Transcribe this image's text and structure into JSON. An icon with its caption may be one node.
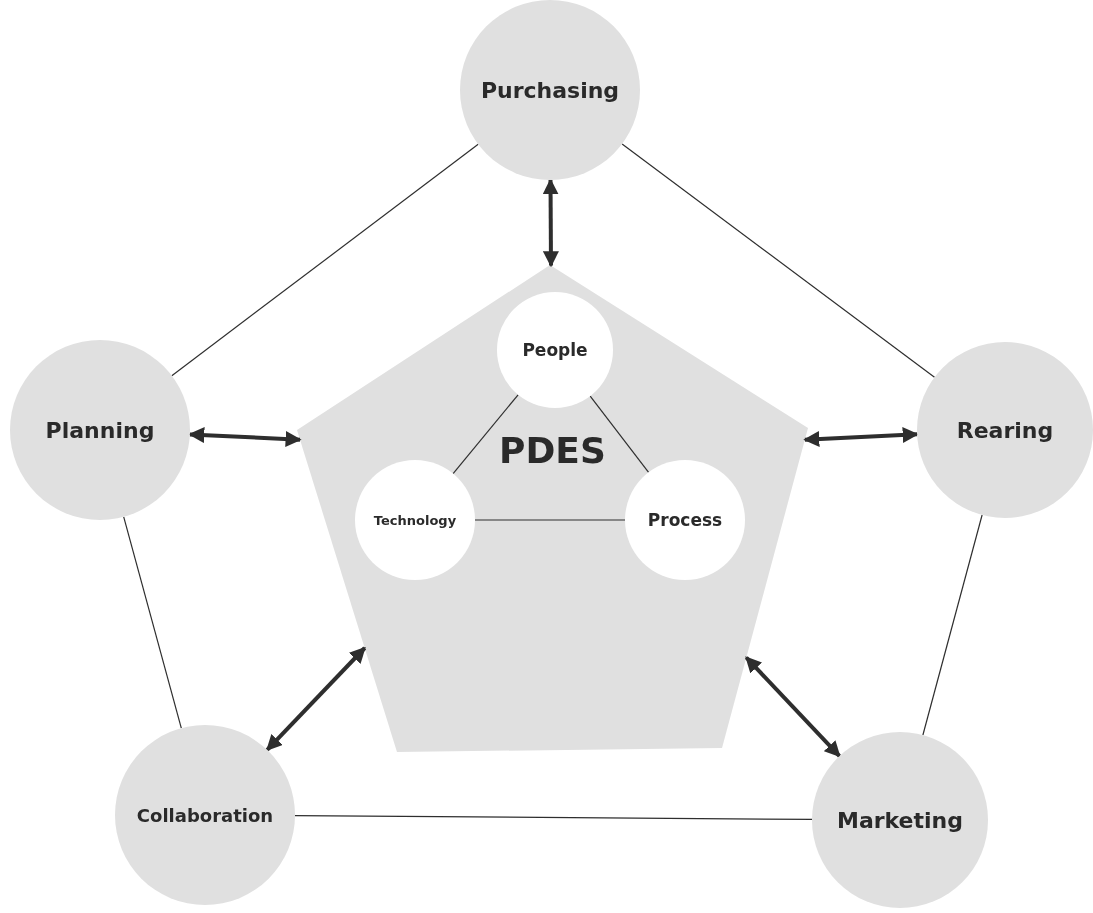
{
  "diagram": {
    "nodes": [
      {
        "text": [
          "Purchasing"
        ]
      },
      {
        "text": [
          "PDES"
        ]
      },
      {
        "text": [
          "People"
        ],
        "in": 1
      },
      {
        "text": [
          "Technology"
        ],
        "in": 1
      },
      {
        "text": [
          "Process"
        ],
        "in": 1
      },
      {
        "text": [
          "Planning"
        ]
      },
      {
        "text": [
          "Rearing"
        ]
      },
      {
        "text": [
          "Collaboration"
        ]
      },
      {
        "text": [
          "Marketing"
        ]
      }
    ],
    "edges": [
      {
        "from": 0,
        "to": 5,
        "arrow": "none"
      },
      {
        "from": 0,
        "to": 6,
        "arrow": "none"
      },
      {
        "from": 5,
        "to": 7,
        "arrow": "none"
      },
      {
        "from": 6,
        "to": 8,
        "arrow": "none"
      },
      {
        "from": 7,
        "to": 8,
        "arrow": "none"
      },
      {
        "from": 0,
        "to": 1,
        "arrow": "both",
        "style": "thick"
      },
      {
        "from": 5,
        "to": 1,
        "arrow": "both",
        "style": "thick"
      },
      {
        "from": 6,
        "to": 1,
        "arrow": "both",
        "style": "thick"
      },
      {
        "from": 7,
        "to": 1,
        "arrow": "both",
        "style": "thick"
      },
      {
        "from": 8,
        "to": 1,
        "arrow": "both",
        "style": "thick"
      },
      {
        "from": 2,
        "to": 3,
        "arrow": "none"
      },
      {
        "from": 2,
        "to": 4,
        "arrow": "none"
      },
      {
        "from": 3,
        "to": 4,
        "arrow": "none"
      }
    ]
  }
}
